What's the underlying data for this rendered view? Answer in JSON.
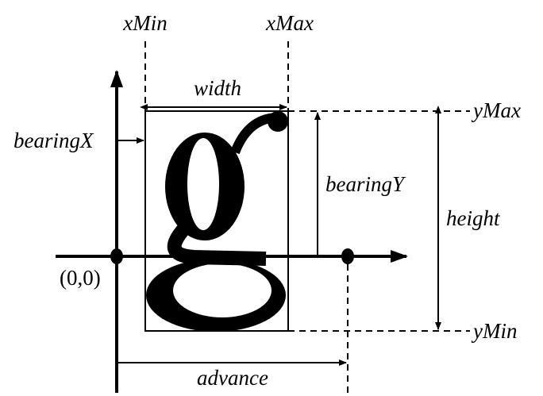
{
  "diagram": {
    "title": "Glyph metrics",
    "glyph": "g",
    "labels": {
      "xmin": "xMin",
      "xmax": "xMax",
      "width": "width",
      "ymax": "yMax",
      "ymin": "yMin",
      "bearing_x": "bearingX",
      "bearing_y": "bearingY",
      "height": "height",
      "origin": "(0,0)",
      "advance": "advance"
    },
    "colors": {
      "ink": "#000000",
      "background": "#ffffff"
    }
  }
}
